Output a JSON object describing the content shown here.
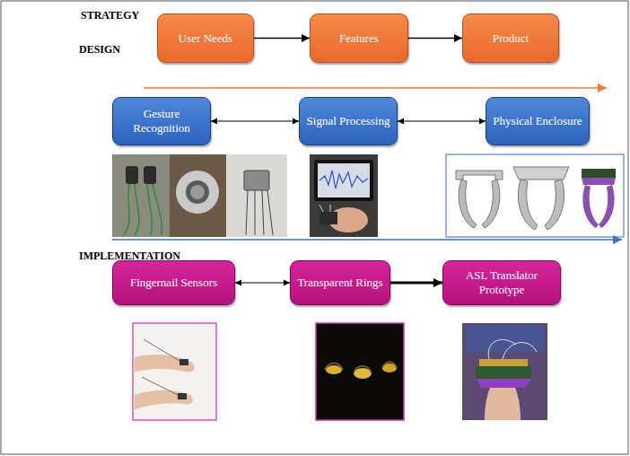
{
  "diagram": {
    "nodes": [
      {
        "text": [
          "User Needs"
        ]
      },
      {
        "text": [
          "Features"
        ]
      },
      {
        "text": [
          "Product"
        ]
      },
      {
        "text": [
          "Gesture Recognition"
        ]
      },
      {
        "text": [
          "Signal Processing"
        ]
      },
      {
        "text": [
          "Physical Enclosure"
        ]
      },
      {
        "text": [
          "Fingernail Sensors"
        ]
      },
      {
        "text": [
          "Transparent Rings"
        ]
      },
      {
        "text": [
          "ASL Translator Prototype"
        ]
      }
    ],
    "edges": [
      {
        "from": 0,
        "to": 1,
        "arrow": "to"
      },
      {
        "from": 1,
        "to": 2,
        "arrow": "to"
      },
      {
        "from": 3,
        "to": 4,
        "arrow": "both"
      },
      {
        "from": 4,
        "to": 5,
        "arrow": "both"
      },
      {
        "from": 6,
        "to": 7,
        "arrow": "both"
      },
      {
        "from": 7,
        "to": 8,
        "arrow": "to"
      }
    ],
    "labels": [
      "STRATEGY",
      "DESIGN",
      "IMPLEMENTATION"
    ]
  }
}
